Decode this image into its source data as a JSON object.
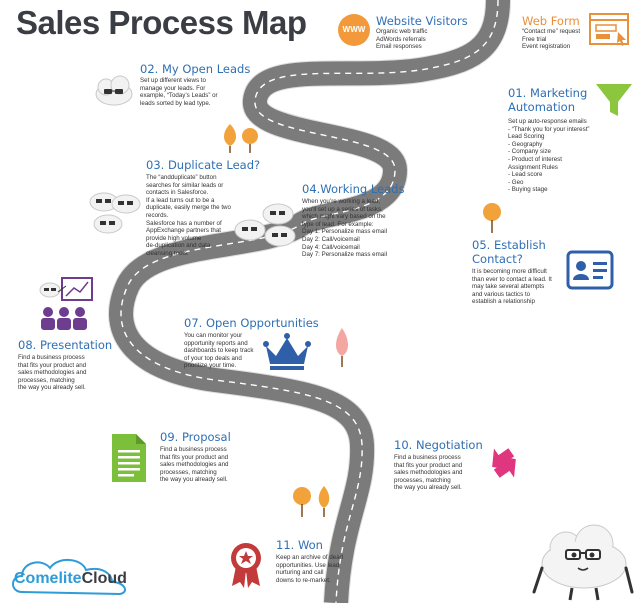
{
  "title": "Sales Process Map",
  "website_visitors": {
    "icon_label": "WWW",
    "title": "Website Visitors",
    "lines": [
      "Organic web traffic",
      "AdWords referrals",
      "Email responses"
    ]
  },
  "web_form": {
    "title": "Web Form",
    "lines": [
      "“Contact me” request",
      "Free trial",
      "Event registration"
    ]
  },
  "s01": {
    "title_l1": "01. Marketing",
    "title_l2": "Automation",
    "lines": [
      "Set up auto-response emails",
      "- “Thank you for your interest”",
      "Lead Scoring",
      "- Geography",
      "- Company size",
      "- Product of interest",
      "Assignment Rules",
      "- Lead score",
      "- Geo",
      "- Buying stage"
    ]
  },
  "s02": {
    "title": "02. My Open Leads",
    "lines": [
      "Set up different views to",
      "manage your leads. For",
      "example, “Today’s Leads” or",
      "leads sorted by lead type."
    ]
  },
  "s03": {
    "title": "03. Duplicate Lead?",
    "lines": [
      "The “andduplicate” button",
      "searches for similar leads or",
      "contacts in Salesforce.",
      "If a lead turns out to be a",
      "duplicate, easily merge the two",
      "records.",
      "Salesforce has a number of",
      "AppExchange partners that",
      "provide high volume",
      "de-duplication and data",
      "cleansing tools."
    ]
  },
  "s04": {
    "title": "04.Working Leads",
    "lines": [
      "When you’re working a lead,",
      "you’ll set up a series of tasks,",
      "which might vary based on the",
      "type of lead. For example:",
      "Day 1: Personalize mass email",
      "Day 2: Call/voicemail",
      "Day 4: Call/voicemail",
      "Day 7: Personalize mass email"
    ]
  },
  "s05": {
    "title_l1": "05. Establish",
    "title_l2": "Contact?",
    "lines": [
      "It is becoming more difficult",
      "than ever to contact a lead. It",
      "may take several attempts",
      "and various tactics to",
      "establish a relationship"
    ]
  },
  "s07": {
    "title": "07. Open Opportunities",
    "lines": [
      "You can monitor your",
      "opportunity reports and",
      "dashboards to keep track",
      "of your top deals and",
      "prioritize your time."
    ]
  },
  "s08": {
    "title": "08. Presentation",
    "lines": [
      "Find a business process",
      "that fits your product and",
      "sales methodologies and",
      "processes, matching",
      "the way you already sell."
    ]
  },
  "s09": {
    "title": "09. Proposal",
    "lines": [
      "Find a business process",
      "that fits your product and",
      "sales methodologies and",
      "processes, matching",
      "the way you already sell."
    ]
  },
  "s10": {
    "title": "10. Negotiation",
    "lines": [
      "Find a business process",
      "that fits your product and",
      "sales methodologies and",
      "processes, matching",
      "the way you already sell."
    ]
  },
  "s11": {
    "title": "11. Won",
    "lines": [
      "Keep an archive of dead",
      "opportunities. Use lead",
      "nurturing and call",
      "downs to re-market."
    ]
  },
  "logo": {
    "part1": "Comelite",
    "part2": "Cloud"
  },
  "colors": {
    "road": "#6b6b6b",
    "road_dash": "#ffffff",
    "blue": "#2f6fb3",
    "orange": "#e8903a",
    "purple": "#6e3d90",
    "pink": "#e0357f",
    "tree_orange": "#f2a23a",
    "tree_pink": "#f3a7a0",
    "green_doc": "#7cbf3a",
    "crown": "#2e5fa8",
    "medal": "#c23a3a"
  }
}
